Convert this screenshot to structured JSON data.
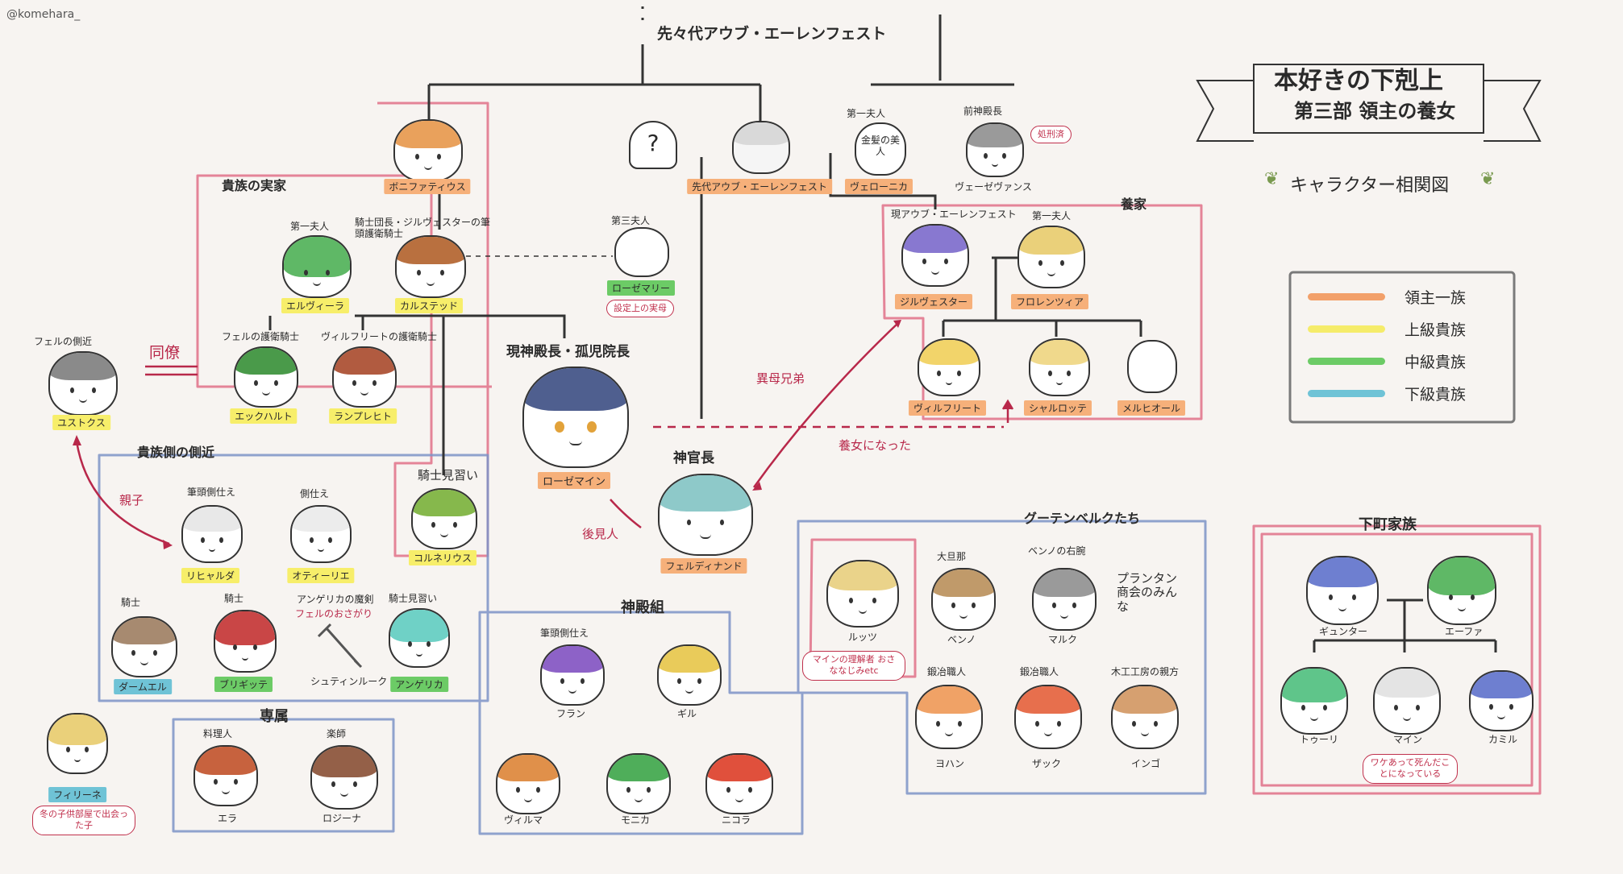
{
  "credit": "@komehara_",
  "title_main": "本好きの下剋上",
  "title_sub": "第三部 領主の養女",
  "title_caption": "キャラクター相関図",
  "ancestor": "先々代アウブ・エーレンフェスト",
  "groups": {
    "noble_family": "貴族の実家",
    "adoptive": "養家",
    "retainers": "貴族側の側近",
    "exclusive": "専属",
    "temple": "神殿組",
    "gutenberg": "グーテンベルクたち",
    "lower_family": "下町家族"
  },
  "characters": {
    "bonifatius": "ボニファティウス",
    "elvira": "エルヴィーラ",
    "elvira_role": "第一夫人",
    "karstedt": "カルステッド",
    "karstedt_role": "騎士団長・ジルヴェスターの筆頭護衛騎士",
    "eckhart": "エックハルト",
    "eckhart_role": "フェルの護衛騎士",
    "lamprecht": "ランプレヒト",
    "lamprecht_role": "ヴィルフリートの護衛騎士",
    "cornelius": "コルネリウス",
    "cornelius_role": "騎士見習い",
    "unknown_mark": "?",
    "prev_aub": "先代アウブ・エーレンフェスト",
    "veronica": "ヴェローニカ",
    "veronica_role": "第一夫人",
    "veronica_face_text": "金髪の美人",
    "old_high_priest": "ヴェーゼヴァンス",
    "old_high_priest_role": "前神殿長",
    "executed": "処刑済",
    "rozemary": "ローゼマリー",
    "rozemary_role": "第三夫人",
    "rozemary_note": "設定上の実母",
    "sylvester": "ジルヴェスター",
    "sylvester_role": "現アウブ・エーレンフェスト",
    "florencia": "フロレンツィア",
    "florencia_role": "第一夫人",
    "wilfried": "ヴィルフリート",
    "charlotte": "シャルロッテ",
    "melchior": "メルヒオール",
    "rozemyne": "ローゼマイン",
    "rozemyne_role": "現神殿長・孤児院長",
    "ferdinand": "フェルディナンド",
    "ferdinand_role": "神官長",
    "justus": "ユストクス",
    "justus_role": "フェルの側近",
    "colleague": "同僚",
    "lichtbearer": "リヒャルダ",
    "lichtbearer_role": "筆頭側仕え",
    "ottilie": "オティーリエ",
    "ottilie_role": "側仕え",
    "damuel": "ダームエル",
    "damuel_role": "騎士",
    "brigitte": "ブリギッテ",
    "brigitte_role": "騎士",
    "schtappe": "シュティンルーク",
    "schtappe_role": "アンゲリカの魔剣",
    "schtappe_note": "フェルのおさがり",
    "angelica": "アンゲリカ",
    "angelica_role": "騎士見習い",
    "philine": "フィリーネ",
    "philine_note": "冬の子供部屋で出会った子",
    "ella": "エラ",
    "ella_role": "料理人",
    "rosina": "ロジーナ",
    "rosina_role": "楽師",
    "fran": "フラン",
    "fran_role": "筆頭側仕え",
    "gil": "ギル",
    "wilma": "ヴィルマ",
    "monika": "モニカ",
    "nicola": "ニコラ",
    "lutz": "ルッツ",
    "lutz_note": "マインの理解者 おさななじみetc",
    "benno": "ベンノ",
    "benno_role": "大旦那",
    "mark": "マルク",
    "mark_role": "ベンノの右腕",
    "plantin": "プランタン商会のみんな",
    "johann": "ヨハン",
    "johann_role": "鍛冶職人",
    "zack": "ザック",
    "zack_role": "鍛冶職人",
    "ingo": "インゴ",
    "ingo_role": "木工工房の親方",
    "gunther": "ギュンター",
    "effa": "エーファ",
    "tuuli": "トゥーリ",
    "myne": "マイン",
    "myne_note": "ワケあって死んだことになっている",
    "kamil": "カミル"
  },
  "relations": {
    "half_brother": "異母兄弟",
    "adopted": "養女になった",
    "guardian": "後見人",
    "parent_child": "親子"
  },
  "legend": [
    {
      "label": "領主一族",
      "color": "#f2a06a"
    },
    {
      "label": "上級貴族",
      "color": "#f5ec6a"
    },
    {
      "label": "中級貴族",
      "color": "#6ccb66"
    },
    {
      "label": "下級貴族",
      "color": "#6fc3d6"
    }
  ],
  "colors": {
    "pink_line": "#e07088",
    "blue_line": "#7d93c7",
    "red_text": "#b8284a",
    "dark_line": "#333333"
  }
}
